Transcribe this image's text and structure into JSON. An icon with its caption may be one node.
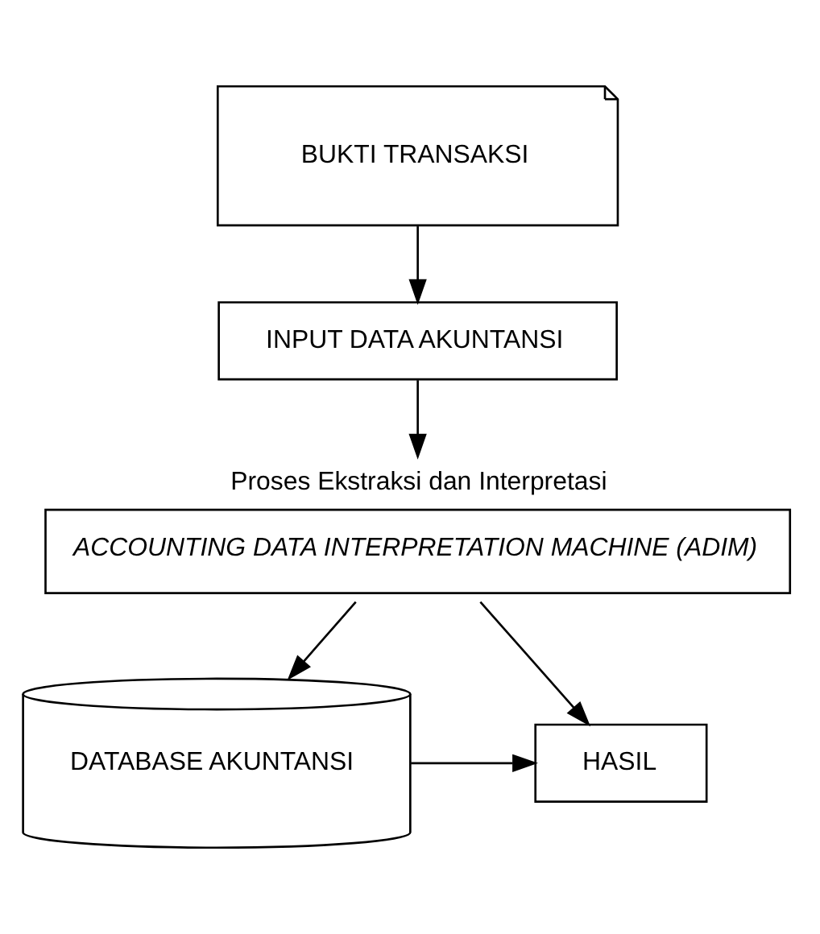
{
  "diagram": {
    "nodes": [
      {
        "text": [
          "BUKTI TRANSAKSI"
        ]
      },
      {
        "text": [
          "INPUT DATA AKUNTANSI"
        ]
      },
      {
        "text": [
          "Proses Ekstraksi dan Interpretasi",
          "ACCOUNTING DATA INTERPRETATION MACHINE (ADIM)"
        ]
      },
      {
        "text": [
          "HASIL"
        ]
      },
      {
        "text": [
          "DATABASE AKUNTANSI"
        ]
      }
    ],
    "edges": [
      {
        "from": 0,
        "to": 1,
        "arrow": "to"
      },
      {
        "from": 1,
        "to": 2,
        "arrow": "to"
      },
      {
        "from": 2,
        "to": 3,
        "arrow": "to"
      },
      {
        "from": 2,
        "to": 4,
        "arrow": "to"
      },
      {
        "from": 4,
        "to": 3,
        "arrow": "to"
      }
    ]
  }
}
